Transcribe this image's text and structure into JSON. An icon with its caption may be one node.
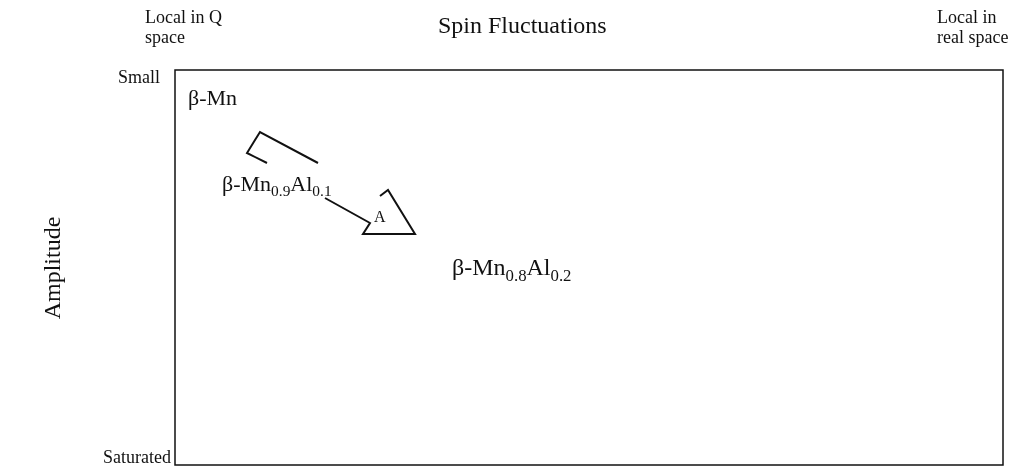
{
  "diagram": {
    "labels": [
      "Local in Q space",
      "Spin Fluctuations",
      "Local in real space",
      "Small",
      "β-Mn",
      "β-Mn$_{0.9}$Al$_{0.1}$",
      "A",
      "Amplitude",
      "β-Mn$_{0.8}$Al$_{0.2}$",
      "Saturated"
    ]
  }
}
